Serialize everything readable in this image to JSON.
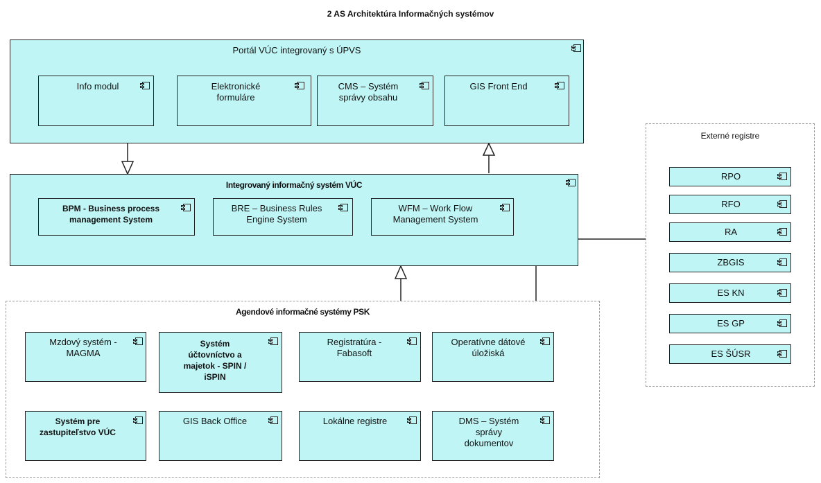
{
  "diagram": {
    "title": "2 AS Architektúra Informačných systémov",
    "portal": {
      "title": "Portál VÚC integrovaný s ÚPVS",
      "components": [
        {
          "label": "Info modul"
        },
        {
          "label": "Elektronické formuláre"
        },
        {
          "label": "CMS – Systém správy obsahu"
        },
        {
          "label": "GIS Front End"
        }
      ]
    },
    "integrated": {
      "title": "Integrovaný informačný systém VÚC",
      "components": [
        {
          "label": "BPM - Business process management System"
        },
        {
          "label": "BRE – Business Rules Engine System"
        },
        {
          "label": "WFM – Work Flow Management System"
        }
      ]
    },
    "agenda": {
      "title": "Agendové informačné systémy PSK",
      "components": [
        {
          "label": "Mzdový systém - MAGMA"
        },
        {
          "label": "Systém účtovníctvo a majetok - SPIN / iSPIN"
        },
        {
          "label": "Registratúra - Fabasoft"
        },
        {
          "label": "Operatívne dátové úložiská"
        },
        {
          "label": "Systém pre zastupiteľstvo VÚC"
        },
        {
          "label": "GIS Back Office"
        },
        {
          "label": "Lokálne registre"
        },
        {
          "label": "DMS – Systém správy dokumentov"
        }
      ]
    },
    "external": {
      "title": "Externé registre",
      "components": [
        {
          "label": "RPO"
        },
        {
          "label": "RFO"
        },
        {
          "label": "RA"
        },
        {
          "label": "ZBGIS"
        },
        {
          "label": "ES KN"
        },
        {
          "label": "ES GP"
        },
        {
          "label": "ES ŠÚSR"
        }
      ]
    },
    "icon": "component-icon",
    "colors": {
      "component_fill": "#bff5f5",
      "border": "#222222",
      "group_border": "#9a9a9a"
    }
  }
}
